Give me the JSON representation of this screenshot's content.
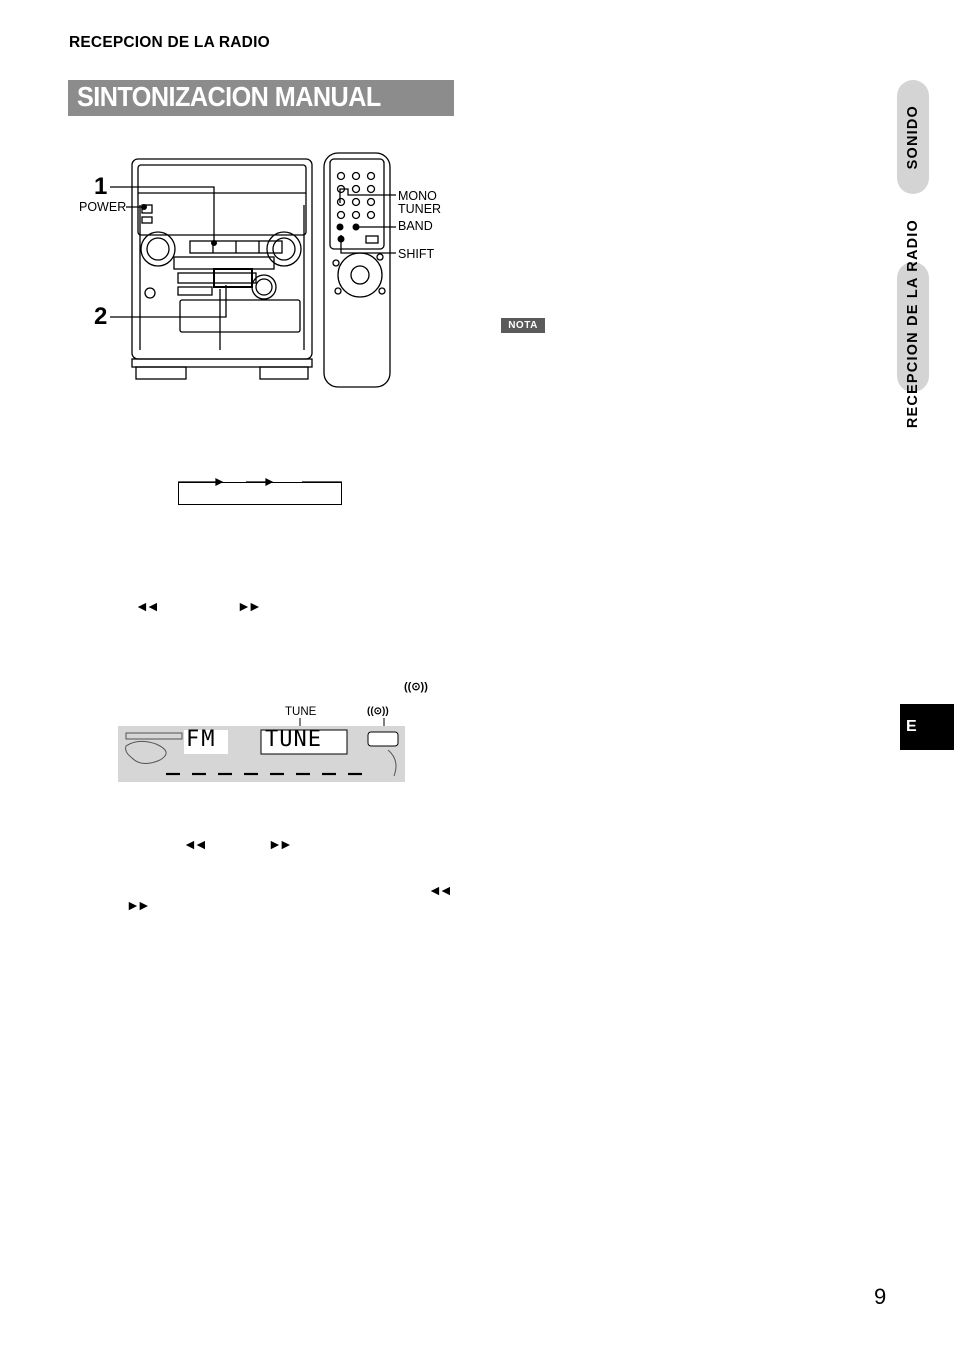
{
  "header": {
    "section": "RECEPCION DE LA RADIO",
    "title": "SINTONIZACION MANUAL"
  },
  "figure": {
    "callout_1": "1",
    "callout_2": "2",
    "power_label": "POWER",
    "mono_label": "MONO",
    "tuner_label": "TUNER",
    "band_label": "BAND",
    "shift_label": "SHIFT"
  },
  "display": {
    "tune_label": "TUNE",
    "stereo_symbol": "((⊙))",
    "band_text": "FM",
    "mode_text": "TUNE"
  },
  "symbols": {
    "rewind": "◄◄",
    "forward": "►►",
    "stereo": "((⊙))"
  },
  "nota_label": "NOTA",
  "side_tabs": {
    "sonido": "SONIDO",
    "recepcion": "RECEPCION DE LA RADIO",
    "language": "E"
  },
  "page_number": "9"
}
